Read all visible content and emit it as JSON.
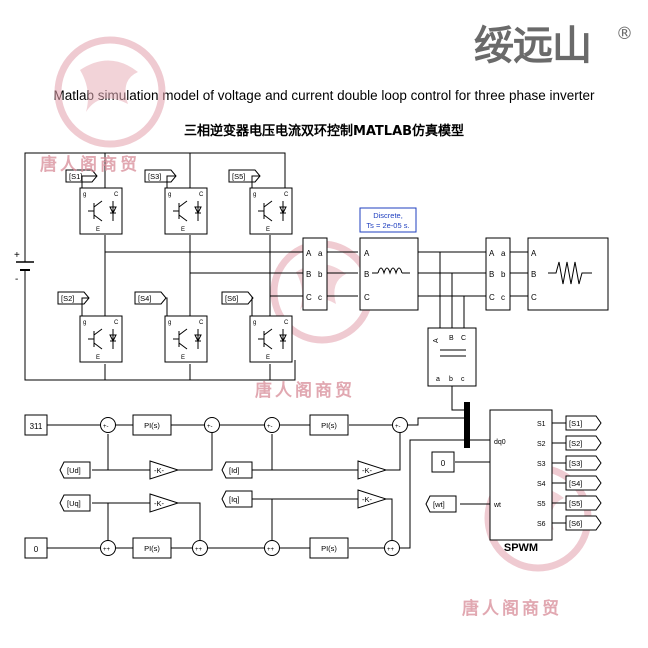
{
  "brand": {
    "logo_text": "绥远山",
    "registered_mark": "®"
  },
  "titles": {
    "english": "Matlab simulation model of voltage and current double loop control for three phase inverter",
    "chinese": "三相逆变器电压电流双环控制MATLAB仿真模型"
  },
  "watermark": {
    "text": "唐人阁商贸",
    "color": "#d88b98"
  },
  "colors": {
    "line": "#000000",
    "block_border": "#000000",
    "accent_blue": "#1f3fbf",
    "watermark": "#d88b98"
  },
  "power_stage": {
    "gate_tags_top": [
      "[S1]",
      "[S3]",
      "[S5]"
    ],
    "gate_tags_bottom": [
      "[S2]",
      "[S4]",
      "[S6]"
    ],
    "dc_source": {
      "plus": "+",
      "minus": "-"
    },
    "igbt_pins": {
      "gate": "g",
      "collector": "C",
      "emitter": "E"
    },
    "measure_ports": [
      "A",
      "B",
      "C"
    ],
    "port_letters_lower": [
      "a",
      "b",
      "c"
    ],
    "powergui": {
      "line1": "Discrete,",
      "line2": "Ts = 2e-05 s."
    }
  },
  "control": {
    "constants": [
      "311",
      "0",
      "0"
    ],
    "pi_label": "PI(s)",
    "gain_label": "-K-",
    "goto_from_tags": [
      "[Ud]",
      "[Uq]",
      "[Id]",
      "[Iq]",
      "[wt]"
    ],
    "sum_signs": {
      "minus_plus": "+-",
      "plus_plus": "++"
    },
    "spwm": {
      "label": "SPWM",
      "inputs": [
        "dq0",
        "wt"
      ],
      "outputs": [
        "S1",
        "S2",
        "S3",
        "S4",
        "S5",
        "S6"
      ],
      "output_tags": [
        "[S1]",
        "[S2]",
        "[S3]",
        "[S4]",
        "[S5]",
        "[S6]"
      ]
    }
  }
}
